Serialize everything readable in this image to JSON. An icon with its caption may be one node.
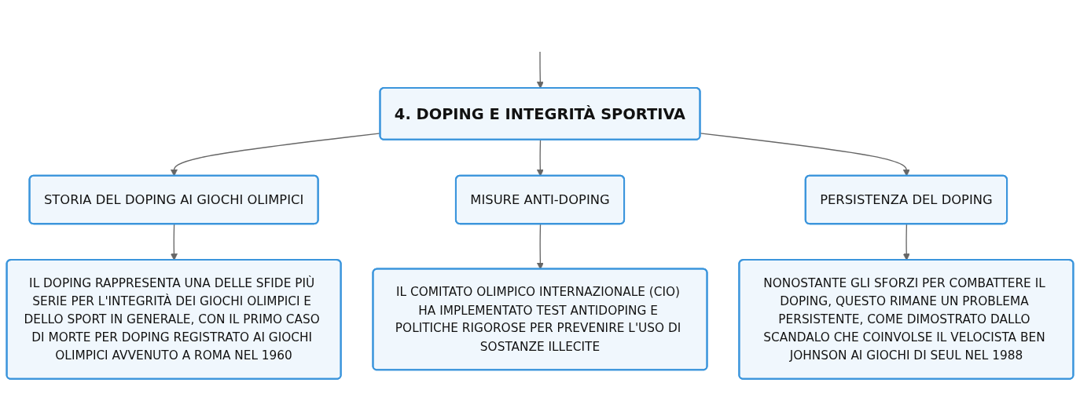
{
  "diagram": {
    "nodes": [
      {
        "text": [
          "4. DOPING E INTEGRITÀ SPORTIVA"
        ]
      },
      {
        "text": [
          "STORIA DEL DOPING AI GIOCHI OLIMPICI"
        ]
      },
      {
        "text": [
          "MISURE ANTI-DOPING"
        ]
      },
      {
        "text": [
          "PERSISTENZA DEL DOPING"
        ]
      },
      {
        "text": [
          "IL DOPING RAPPRESENTA UNA DELLE SFIDE PIÙ SERIE PER L'INTEGRITÀ DEI GIOCHI OLIMPICI E DELLO SPORT IN GENERALE, CON IL PRIMO CASO DI MORTE PER DOPING REGISTRATO AI GIOCHI OLIMPICI AVVENUTO A ROMA NEL 1960"
        ]
      },
      {
        "text": [
          "IL COMITATO OLIMPICO INTERNAZIONALE (CIO) HA IMPLEMENTATO TEST ANTIDOPING E POLITICHE RIGOROSE PER PREVENIRE L'USO DI SOSTANZE ILLECITE"
        ]
      },
      {
        "text": [
          "NONOSTANTE GLI SFORZI PER COMBATTERE IL DOPING, QUESTO RIMANE UN PROBLEMA PERSISTENTE, COME DIMOSTRATO DALLO SCANDALO CHE COINVOLSE IL VELOCISTA BEN JOHNSON AI GIOCHI DI SEUL NEL 1988"
        ]
      }
    ],
    "edges": [
      {
        "from": null,
        "to": 0,
        "arrow": "to"
      },
      {
        "from": 0,
        "to": 1,
        "arrow": "to"
      },
      {
        "from": 0,
        "to": 2,
        "arrow": "to"
      },
      {
        "from": 0,
        "to": 3,
        "arrow": "to"
      },
      {
        "from": 1,
        "to": 4,
        "arrow": "to"
      },
      {
        "from": 2,
        "to": 5,
        "arrow": "to"
      },
      {
        "from": 3,
        "to": 6,
        "arrow": "to"
      }
    ]
  }
}
